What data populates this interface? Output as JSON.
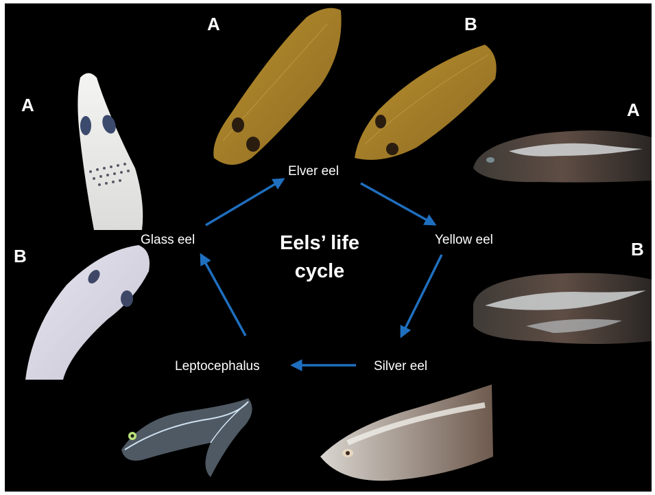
{
  "diagram": {
    "title_line1": "Eels’ life",
    "title_line2": "cycle",
    "stages": {
      "elver": "Elver eel",
      "yellow": "Yellow eel",
      "silver": "Silver eel",
      "leptocephalus": "Leptocephalus",
      "glass": "Glass eel"
    },
    "panel_letters": {
      "glass_a": "A",
      "glass_b": "B",
      "elver_a": "A",
      "elver_b": "B",
      "yellow_a": "A",
      "yellow_b": "B"
    }
  },
  "colors": {
    "background": "#000000",
    "arrow": "#1f6fbf",
    "text": "#ffffff"
  }
}
